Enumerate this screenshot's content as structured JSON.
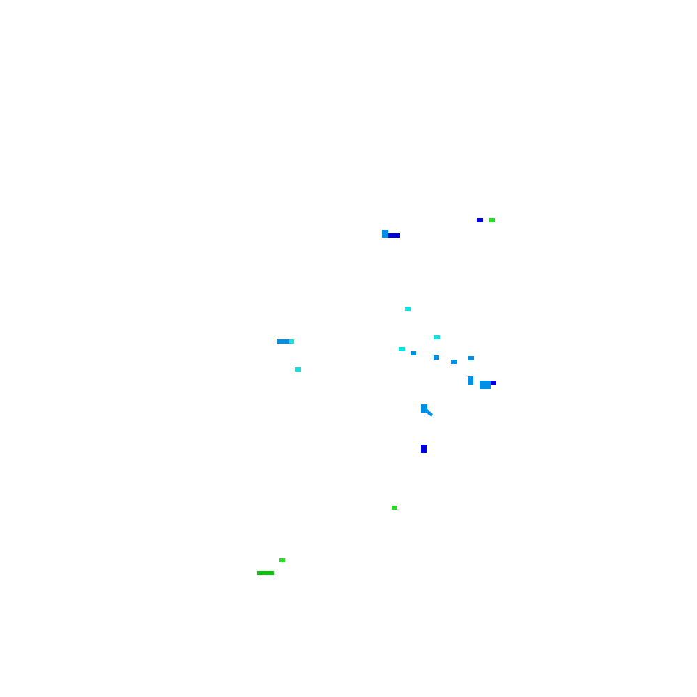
{
  "map": {
    "background": "#ffffff",
    "legend_colors": {
      "blue": "#0000e0",
      "medium_blue": "#0090e8",
      "cyan": "#10e0e0",
      "bright_green": "#20e020",
      "green": "#10c010"
    },
    "features": [
      {
        "name": "feature-dark-blue-1",
        "color": "#0000e0"
      },
      {
        "name": "feature-bright-green-1",
        "color": "#20e020"
      },
      {
        "name": "feature-medium-blue-1",
        "color": "#0090e8"
      },
      {
        "name": "feature-dark-blue-2",
        "color": "#0000e0"
      },
      {
        "name": "feature-cyan-1",
        "color": "#10e0e0"
      },
      {
        "name": "feature-cyan-2",
        "color": "#10e0e0"
      },
      {
        "name": "feature-medium-blue-2",
        "color": "#0090e8"
      },
      {
        "name": "feature-cyan-3",
        "color": "#10e0e0"
      },
      {
        "name": "feature-cyan-4",
        "color": "#10e0e0"
      },
      {
        "name": "feature-medium-blue-3",
        "color": "#0090e8"
      },
      {
        "name": "feature-medium-blue-4",
        "color": "#0090e8"
      },
      {
        "name": "feature-medium-blue-5",
        "color": "#0090e8"
      },
      {
        "name": "feature-medium-blue-6",
        "color": "#0090e8"
      },
      {
        "name": "feature-cyan-5",
        "color": "#10e0e0"
      },
      {
        "name": "feature-medium-blue-7",
        "color": "#0090e8"
      },
      {
        "name": "feature-medium-blue-8",
        "color": "#0090e8"
      },
      {
        "name": "feature-dark-blue-3",
        "color": "#0000e0"
      },
      {
        "name": "feature-medium-blue-9",
        "color": "#0090e8"
      },
      {
        "name": "feature-dark-blue-4",
        "color": "#0000e0"
      },
      {
        "name": "feature-bright-green-2",
        "color": "#20e020"
      },
      {
        "name": "feature-bright-green-3",
        "color": "#20e020"
      },
      {
        "name": "feature-green-1",
        "color": "#10c010"
      }
    ]
  }
}
